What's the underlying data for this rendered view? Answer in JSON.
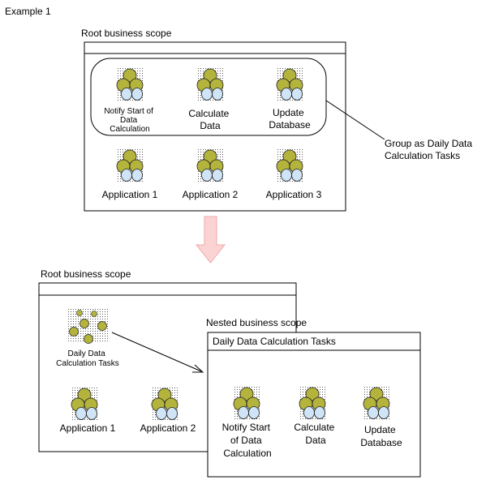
{
  "title": "Example 1",
  "top": {
    "scope_label": "Root business scope",
    "group_items": [
      {
        "lines": [
          "Notify Start of",
          "Data",
          "Calculation"
        ]
      },
      {
        "lines": [
          "Calculate",
          "Data"
        ]
      },
      {
        "lines": [
          "Update",
          "Database"
        ]
      }
    ],
    "apps": [
      "Application 1",
      "Application 2",
      "Application 3"
    ],
    "callout_lines": [
      "Group as Daily Data",
      "Calculation Tasks"
    ]
  },
  "bottom": {
    "scope_label": "Root business scope",
    "group_icon_lines": [
      "Daily Data",
      "Calculation Tasks"
    ],
    "apps": [
      "Application 1",
      "Application 2"
    ],
    "nested_label": "Nested business scope",
    "nested_title": "Daily Data Calculation Tasks",
    "nested_items": [
      {
        "lines": [
          "Notify Start",
          "of Data",
          "Calculation"
        ]
      },
      {
        "lines": [
          "Calculate",
          "Data"
        ]
      },
      {
        "lines": [
          "Update",
          "Database"
        ]
      }
    ]
  },
  "colors": {
    "olive": "#b4b43c",
    "light_blue": "#cfe4f7",
    "arrow_fill": "#fcd3d3",
    "arrow_stroke": "#f0a8a8"
  }
}
